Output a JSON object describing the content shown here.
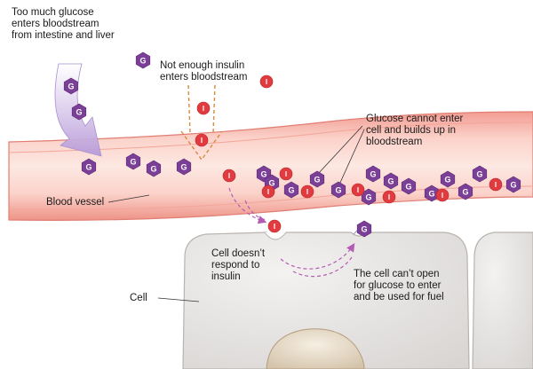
{
  "labels": {
    "too_much_glucose": "Too much glucose\nenters bloodstream\nfrom intestine and liver",
    "not_enough_insulin": "Not enough insulin\nenters bloodstream",
    "glucose_cannot_enter": "Glucose cannot enter\ncell and builds up in\nbloodstream",
    "blood_vessel": "Blood vessel",
    "cell_doesnt_respond": "Cell doesn’t\nrespond to\ninsulin",
    "cell_cant_open": "The cell can’t open\nfor glucose to enter\nand be used for fuel",
    "cell": "Cell"
  },
  "markers": {
    "glucose_letter": "G",
    "insulin_letter": "I"
  },
  "colors": {
    "glucose": "#7b3f98",
    "insulin": "#e23b3f",
    "vessel": "#f7b6ad",
    "vessel_inner": "#fde3dc",
    "cell": "#e9e7e5",
    "dashed_arrow": "#b35cb3",
    "insulin_arrow": "#d98a3d"
  }
}
